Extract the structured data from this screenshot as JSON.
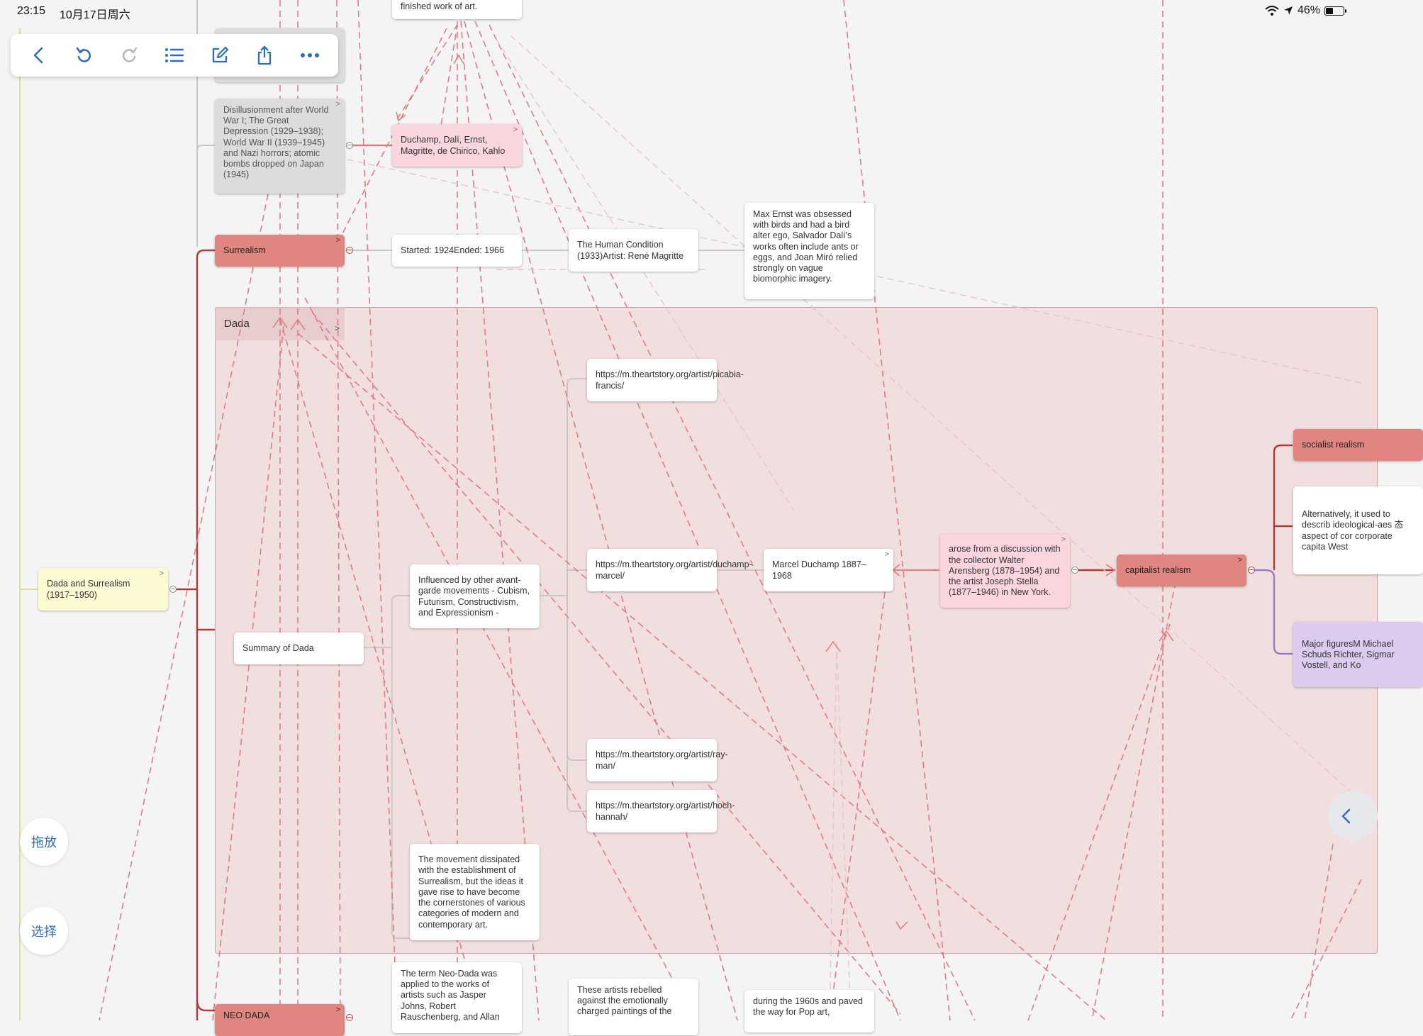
{
  "status_bar": {
    "time": "23:15",
    "date": "10月17日周六",
    "battery": "46%",
    "battery_fraction": 0.46
  },
  "toolbar": {
    "icons": [
      "back-icon",
      "undo-icon",
      "redo-icon",
      "outline-list-icon",
      "edit-icon",
      "share-icon",
      "more-icon"
    ]
  },
  "side_buttons": {
    "drag": "拖放",
    "select": "选择"
  },
  "boundary": {
    "title": "Dada"
  },
  "nodes": {
    "top_artwork": "finished work of art.",
    "disillusionment": "Disillusionment after World War I; The Great Depression (1929–1938); World War II (1939–1945) and Nazi horrors; atomic bombs dropped on Japan (1945)",
    "artists": "Duchamp, Dalí, Ernst, Magritte, de Chirico, Kahlo",
    "surrealism": "Surrealism",
    "dates": "Started: 1924Ended: 1966",
    "human_condition": "The Human Condition (1933)Artist: René Magritte",
    "max_ernst": "Max Ernst was obsessed with birds and had a bird alter ego, Salvador Dalí's works often include ants or eggs, and Joan Miró relied strongly on vague biomorphic imagery.",
    "dada_surrealism": "Dada and Surrealism (1917–1950)",
    "summary_dada": "Summary of Dada",
    "influenced": "Influenced by other avant-garde movements - Cubism, Futurism, Constructivism, and Expressionism -",
    "url_picabia": "https://m.theartstory.org/artist/picabia-francis/",
    "url_duchamp": "https://m.theartstory.org/artist/duchamp-marcel/",
    "url_rayman": "https://m.theartstory.org/artist/ray-man/",
    "url_hoch": "https://m.theartstory.org/artist/hoch-hannah/",
    "marcel": "Marcel Duchamp 1887–1968",
    "arose": "arose from a discussion with the collector Walter Arensberg (1878–1954) and the artist Joseph Stella (1877–1946) in New York.",
    "capitalist": "capitalist realism",
    "socialist": "socialist realism",
    "alternatively": "Alternatively, it used to describ ideological-aes 态aspect of cor corporate capita West",
    "major_figures": "Major figuresM Michael Schuds Richter, Sigmar Vostell, and Ko",
    "dissipated": "The movement dissipated with the establishment of Surrealism, but the ideas it gave rise to have become the cornerstones of various categories of modern and contemporary art.",
    "neo_dada_term": "The term Neo-Dada was applied to the works of artists such as Jasper Johns, Robert Rauschenberg, and Allan",
    "neo_dada": "NEO DADA",
    "rebelled": "These artists rebelled against the emotionally charged paintings of the",
    "sixties": "during the 1960s and paved the way for Pop art,"
  },
  "colors": {
    "main_branch": "#b03a3a",
    "structure": "#c8c8c8",
    "relation": "#e0787e",
    "relation_faint": "#e8c4c8",
    "yellow_line": "#dede9a",
    "purple_branch": "#9b7cc4",
    "toolbar_icon": "#2e6db6"
  }
}
